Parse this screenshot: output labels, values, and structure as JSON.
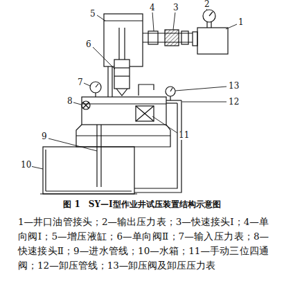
{
  "diagram": {
    "caption": "图 1　SY—Ⅰ型作业井试压装置结构示意图",
    "labels": [
      "1",
      "2",
      "3",
      "4",
      "5",
      "6",
      "7",
      "8",
      "9",
      "10",
      "11",
      "12",
      "13",
      "1—井口油管接头；2—输出压力表；3—快速接头Ⅰ；4—单向阀Ⅰ；5—增压液缸；6—单向阀Ⅱ；7—输入压力表；8—快速接头Ⅱ；9—进水管线；10—水箱；11—手动三位四通阀；12—卸压管线；13—卸压阀及卸压压力表"
    ]
  }
}
